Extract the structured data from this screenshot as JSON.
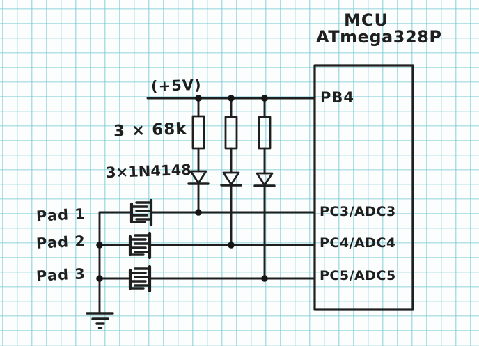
{
  "title": {
    "mcu": "MCU",
    "part": "ATmega328P"
  },
  "labels": {
    "supply": "(+5V)",
    "resistors": "3 × 68k",
    "diodes": "3×1N4148"
  },
  "pads": [
    {
      "label": "Pad 1"
    },
    {
      "label": "Pad 2"
    },
    {
      "label": "Pad 3"
    }
  ],
  "mcu_pins": [
    {
      "name": "PB4"
    },
    {
      "name": "PC3/ADC3"
    },
    {
      "name": "PC4/ADC4"
    },
    {
      "name": "PC5/ADC5"
    }
  ],
  "icons": {
    "resistor": "resistor-box-symbol",
    "diode": "diode-triangle-symbol",
    "pad": "interdigitated-touch-pad-symbol",
    "ground": "earth-ground-symbol",
    "junction": "junction-dot"
  },
  "colors": {
    "ink": "#1f1f1f",
    "grid": "#6ec4d0",
    "paper": "#fcfefe"
  }
}
